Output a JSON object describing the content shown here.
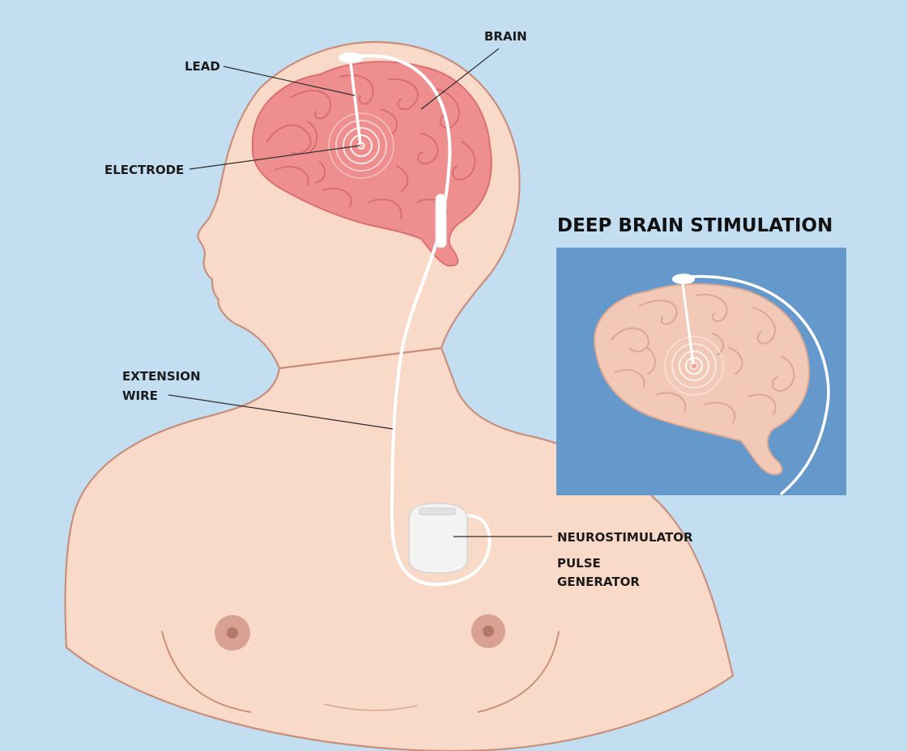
{
  "title": "DEEP BRAIN STIMULATION",
  "labels": {
    "brain": "BRAIN",
    "lead": "LEAD",
    "electrode": "ELECTRODE",
    "extension_wire_line1": "EXTENSION",
    "extension_wire_line2": "WIRE",
    "neurostimulator": "NEUROSTIMULATOR",
    "pulse_generator_line1": "PULSE",
    "pulse_generator_line2": "GENERATOR"
  },
  "colors": {
    "background": "#c3def1",
    "skin": "#f9d9c8",
    "brain": "#ef8e8e",
    "inset_background": "#6598cb",
    "inset_brain": "#f2c9b6",
    "wire": "#ffffff"
  }
}
